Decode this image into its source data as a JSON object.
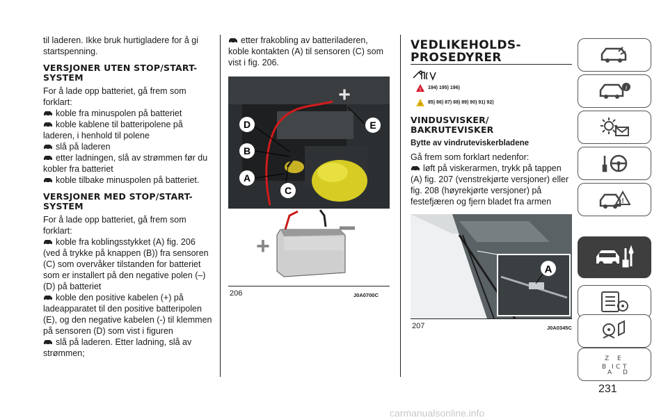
{
  "col1": {
    "intro": "til laderen. Ikke bruk hurtigladere for å gi startspenning.",
    "h1": "VERSJONER UTEN STOP/START-SYSTEM",
    "p1": "For å lade opp batteriet, gå frem som forklart:",
    "list1": [
      "koble fra minuspolen på batteriet",
      "koble kablene til batteripolene på laderen, i henhold til polene",
      "slå på laderen",
      "etter ladningen, slå av strømmen før du kobler fra batteriet",
      "koble tilbake minuspolen på batteriet."
    ],
    "h2": "VERSJONER MED STOP/START-SYSTEM",
    "p2": "For å lade opp batteriet, gå frem som forklart:",
    "list2": [
      "koble fra koblingsstykket (A) fig. 206 (ved å trykke på knappen (B)) fra sensoren (C) som overvåker tilstanden for batteriet som er installert på den negative polen (–) (D) på batteriet",
      "koble den positive kabelen (+) på ladeapparatet til den positive batteripolen (E), og den negative kabelen (-) til klemmen på sensoren (D) som vist i figuren",
      "slå på laderen. Etter ladning, slå av strømmen;"
    ]
  },
  "col2": {
    "item": "etter frakobling av batteriladeren, koble kontakten (A) til sensoren (C) som vist i fig. 206.",
    "fig_num": "206",
    "fig_code": "J0A0700C",
    "labels": [
      "D",
      "B",
      "A",
      "C",
      "E",
      "+",
      "–"
    ]
  },
  "col3": {
    "title": "VEDLIKEHOLDS-PROSEDYRER",
    "warn1": "194) 195) 196)",
    "warn2": "85) 86) 87) 88) 89) 90) 91) 92)",
    "h": "VINDUSVISKER/ BAKRUTEVISKER",
    "sub": "Bytte av vindruteviskerbladene",
    "p": "Gå frem som forklart nedenfor:",
    "item": "løft på viskerarmen, trykk på tappen (A) fig. 207 (venstrekjørte versjoner) eller fig. 208 (høyrekjørte versjoner) på festefjæren og fjern bladet fra armen",
    "fig_num": "207",
    "fig_code": "J0A0345C",
    "label": "A"
  },
  "page_number": "231",
  "watermark": "carmanualsonline.info",
  "sidebar_icons": [
    "car-dashboard-icon",
    "car-info-icon",
    "warning-lights-icon",
    "steering-wheel-icon",
    "car-hazard-icon",
    "car-maintenance-icon",
    "specifications-icon",
    "multimedia-icon",
    "index-icon"
  ]
}
